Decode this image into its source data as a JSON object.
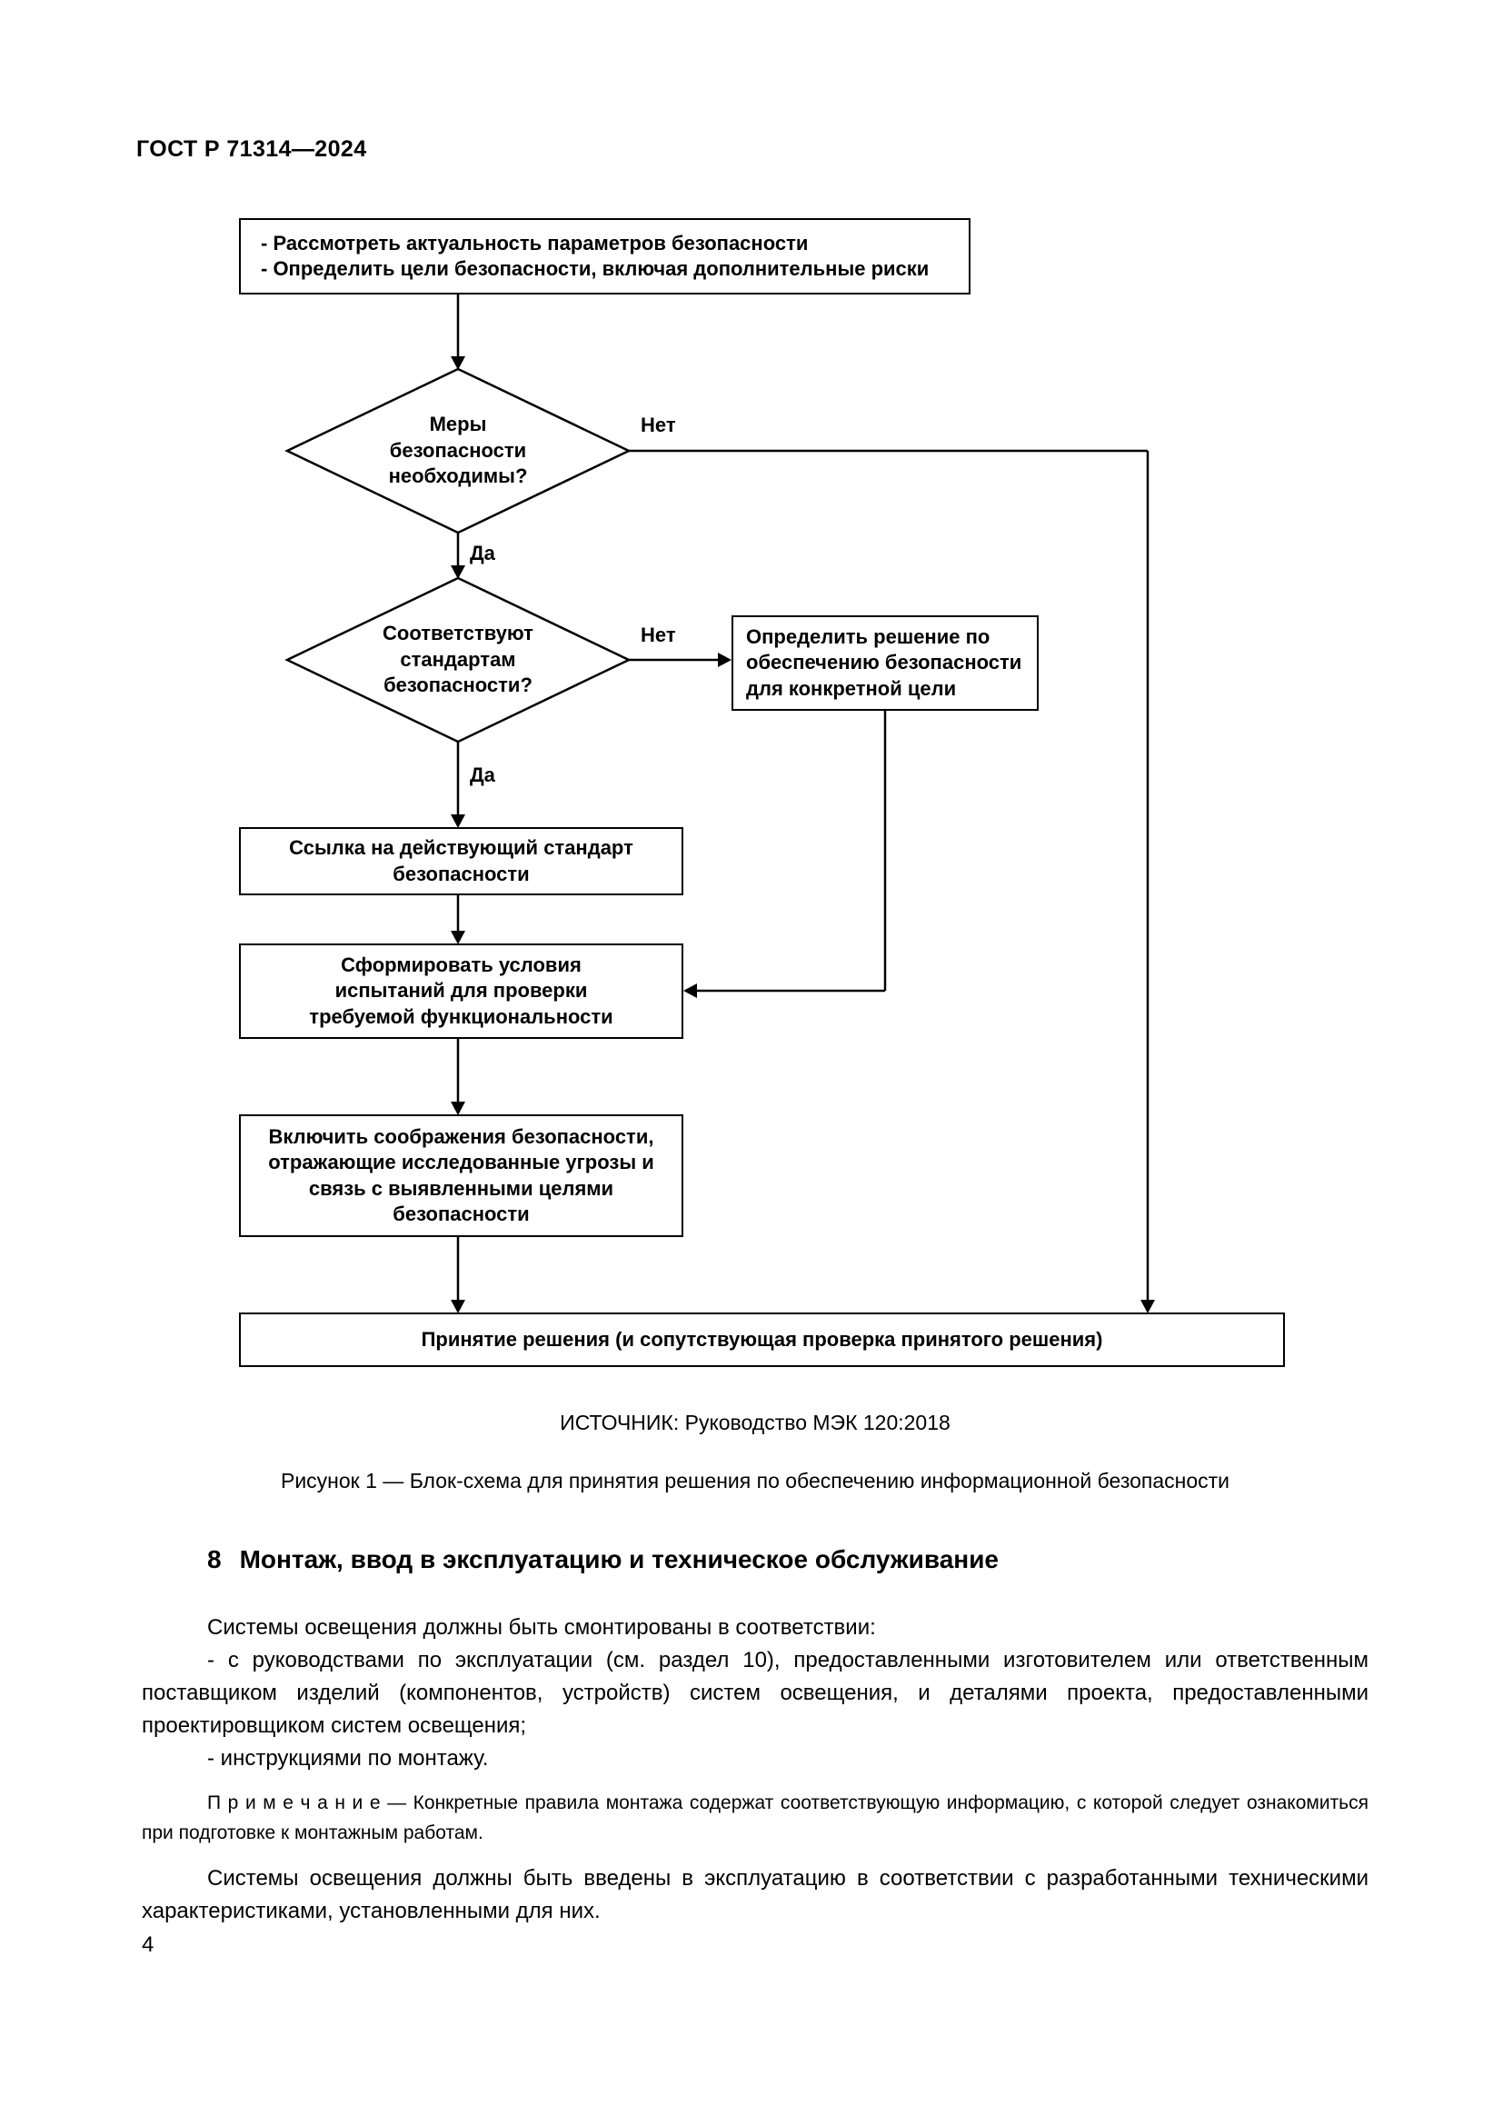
{
  "page": {
    "header": "ГОСТ Р 71314—2024",
    "number": "4"
  },
  "flowchart": {
    "start_box": {
      "line1": "- Рассмотреть актуальность параметров безопасности",
      "line2": "- Определить цели безопасности, включая дополнительные риски"
    },
    "decision_measures": "Меры безопасности необходимы?",
    "decision_standards": "Соответствуют стандартам безопасности?",
    "labels": {
      "yes": "Да",
      "no": "Нет"
    },
    "box_define_solution": "Определить решение по обеспечению безопасности для конкретной цели",
    "box_reference_standard": "Ссылка на действующий стандарт безопасности",
    "box_test_conditions": "Сформировать условия испытаний для проверки требуемой функциональности",
    "box_security_considerations": "Включить соображения безопасности, отражающие исследованные угрозы и связь с выявленными целями безопасности",
    "box_final_decision": "Принятие решения (и сопутствующая проверка принятого решения)",
    "source": "ИСТОЧНИК: Руководство МЭК 120:2018",
    "caption": "Рисунок 1 — Блок-схема для принятия решения по обеспечению информационной безопасности"
  },
  "section8": {
    "number": "8",
    "title": "Монтаж, ввод в эксплуатацию и техническое обслуживание",
    "para_intro": "Системы освещения должны быть смонтированы в соответствии:",
    "item_manuals": "- с руководствами по эксплуатации (см. раздел 10), предоставленными изготовителем или ответственным поставщиком изделий (компонентов, устройств) систем освещения, и деталями проекта, предоставленными проектировщиком систем освещения;",
    "item_instructions": "- инструкциями по монтажу.",
    "note": "П р и м е ч а н и е — Конкретные правила монтажа содержат соответствующую информацию, с которой следует ознакомиться при подготовке к монтажным работам.",
    "para_commissioning": "Системы освещения должны быть введены в эксплуатацию в соответствии с разработанными техническими характеристиками, установленными для них."
  }
}
